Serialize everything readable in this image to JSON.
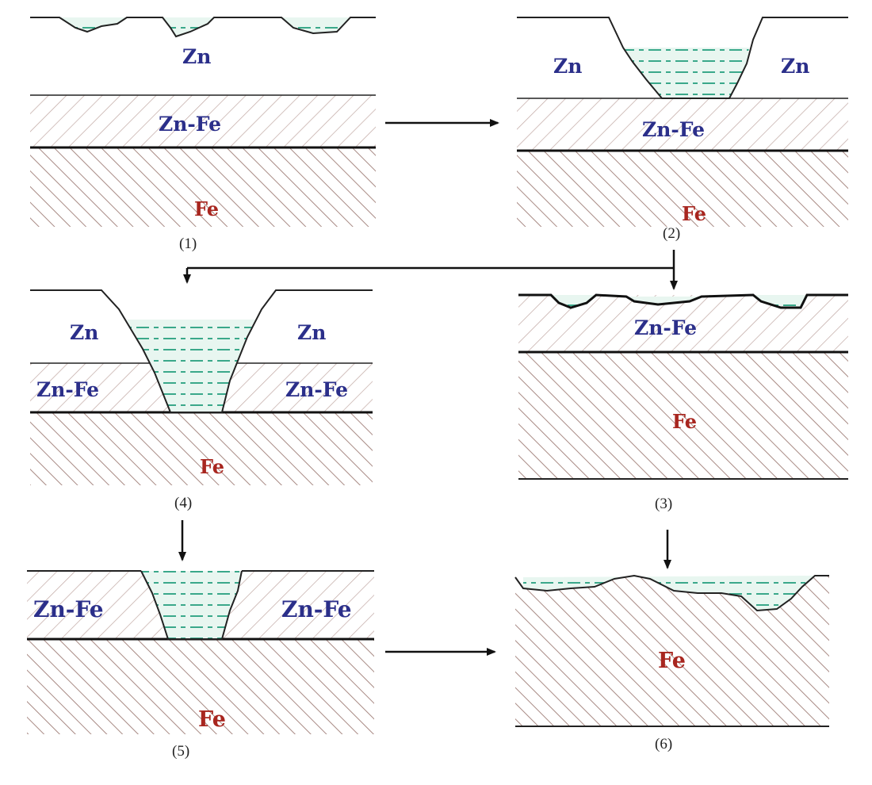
{
  "labels": {
    "zn": "Zn",
    "znfe": "Zn-Fe",
    "fe": "Fe"
  },
  "captions": {
    "p1": "(1)",
    "p2": "(2)",
    "p3": "(3)",
    "p4": "(4)",
    "p5": "(5)",
    "p6": "(6)"
  },
  "colors": {
    "hatch": "#b89a94",
    "electrolyte": "#3aa88a",
    "electrolyte_fill": "#e6f5ee",
    "outline": "#1a1a1a",
    "zn_text": "#2b2f8a",
    "fe_text": "#a8261f"
  }
}
